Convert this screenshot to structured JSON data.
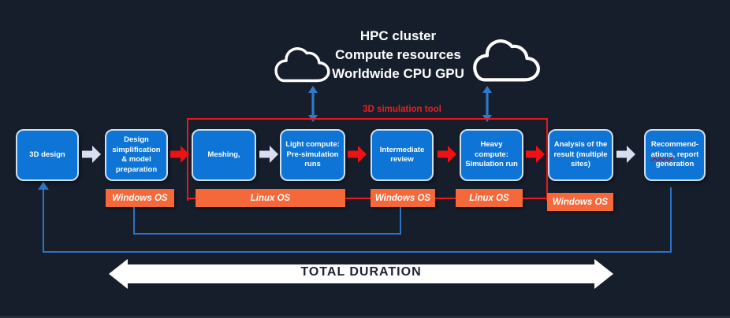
{
  "colors": {
    "background": "#161d2b",
    "box_fill_blue": "#0e74d6",
    "box_border": "#cfe0f1",
    "os_label_orange": "#f4683a",
    "red_accent": "#e81818",
    "blue_connector": "#2d74c4",
    "light_arrow": "#d8ddf0",
    "duration_arrow": "#ffffff",
    "duration_text": "#1b2335"
  },
  "hpc": {
    "lines": [
      "HPC cluster",
      "Compute resources",
      "Worldwide CPU GPU"
    ]
  },
  "sim_tool_label": "3D simulation tool",
  "boxes": [
    {
      "label": "3D design"
    },
    {
      "label": "Design simplification & model preparation"
    },
    {
      "label": "Meshing,"
    },
    {
      "label": "Light compute: Pre-simulation runs"
    },
    {
      "label": "Intermediate review"
    },
    {
      "label": "Heavy compute: Simulation run"
    },
    {
      "label": "Analysis of the result (multiple sites)"
    },
    {
      "parts": [
        "Recommend-",
        "ations",
        ", report generation"
      ]
    }
  ],
  "os_labels": [
    {
      "label": "Windows OS"
    },
    {
      "label": "Linux OS"
    },
    {
      "label": "Windows OS"
    },
    {
      "label": "Linux OS"
    },
    {
      "label": "Windows OS"
    }
  ],
  "total_duration_label": "TOTAL DURATION",
  "icons": {
    "cloud_left": "cloud-icon",
    "cloud_right": "cloud-icon",
    "cloud_link_arrows": "double-vertical-arrow-icon",
    "feedback_arrow": "up-arrowhead-icon"
  }
}
